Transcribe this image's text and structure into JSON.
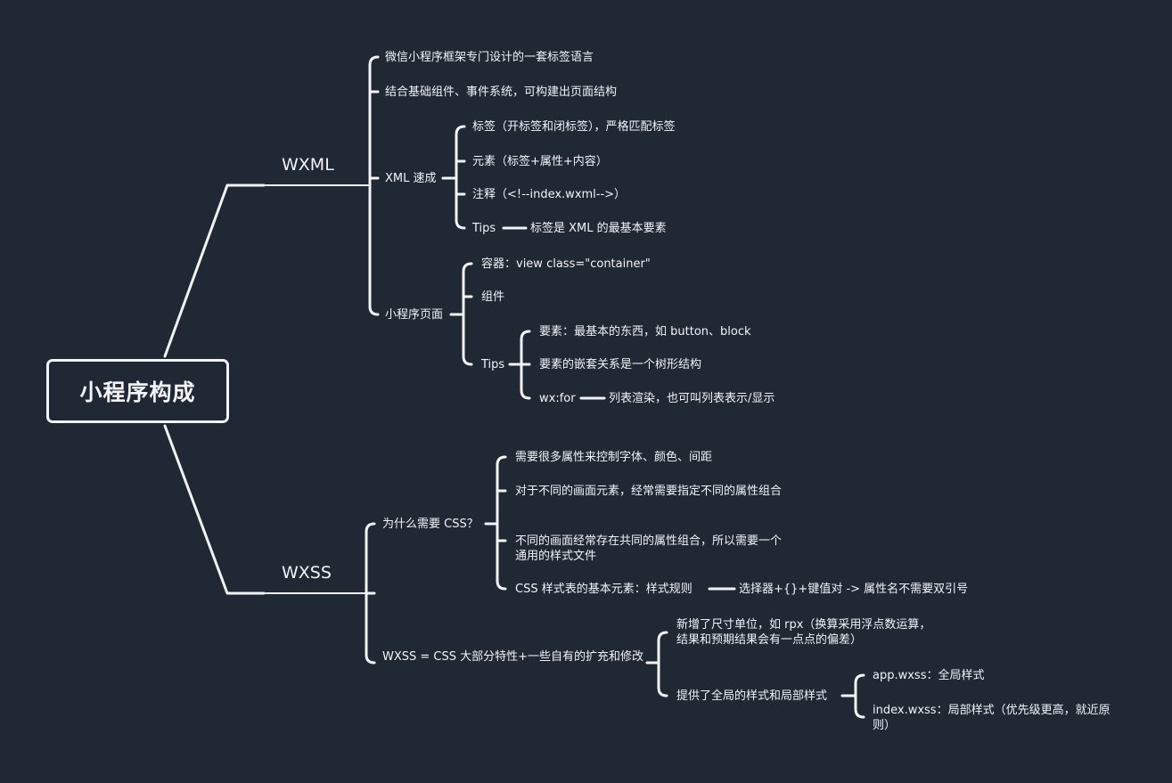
{
  "root": {
    "label": "小程序构成"
  },
  "wxml": {
    "label": "WXML",
    "intro": "微信小程序框架专门设计的一套标签语言",
    "structure": "结合基础组件、事件系统，可构建出页面结构",
    "xml": {
      "label": "XML 速成",
      "tag": "标签（开标签和闭标签），严格匹配标签",
      "element": "元素（标签+属性+内容）",
      "comment": "注释（<!--index.wxml-->）",
      "tips": "Tips",
      "tips_detail": "标签是 XML 的最基本要素"
    },
    "page": {
      "label": "小程序页面",
      "container": "容器：view class=\"container\"",
      "component": "组件",
      "tips": "Tips",
      "element": "要素：最基本的东西，如 button、block",
      "nesting": "要素的嵌套关系是一个树形结构",
      "wxfor": "wx:for",
      "wxfor_detail": "列表渲染，也可叫列表表示/显示"
    }
  },
  "wxss": {
    "label": "WXSS",
    "why": {
      "label": "为什么需要 CSS？",
      "p1": "需要很多属性来控制字体、颜色、间距",
      "p2": "对于不同的画面元素，经常需要指定不同的属性组合",
      "p3": "不同的画面经常存在共同的属性组合，所以需要一个通用的样式文件",
      "p4": "CSS 样式表的基本元素：样式规则",
      "p4_detail": "选择器+{}+键值对 -> 属性名不需要双引号"
    },
    "ext": {
      "label": "WXSS = CSS 大部分特性+一些自有的扩充和修改",
      "unit": "新增了尺寸单位，如 rpx（换算采用浮点数运算，结果和预期结果会有一点点的偏差）",
      "scope": "提供了全局的样式和局部样式",
      "app": "app.wxss：全局样式",
      "index": "index.wxss：局部样式（优先级更高，就近原则）"
    }
  }
}
